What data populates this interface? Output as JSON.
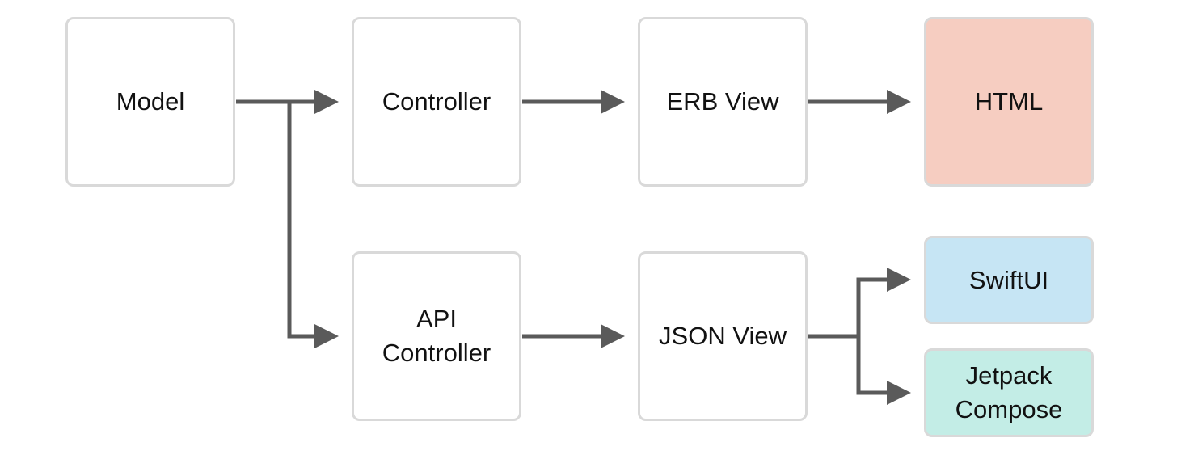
{
  "nodes": {
    "model": "Model",
    "controller": "Controller",
    "erb_view": "ERB View",
    "html": "HTML",
    "api_controller": "API\nController",
    "json_view": "JSON View",
    "swiftui": "SwiftUI",
    "jetpack_compose": "Jetpack\nCompose"
  },
  "colors": {
    "html_fill": "#f6cdc1",
    "swiftui_fill": "#c6e5f4",
    "jetpack_fill": "#c3ede6",
    "box_border": "#d9d9d9",
    "connector": "#5a5a5a"
  }
}
